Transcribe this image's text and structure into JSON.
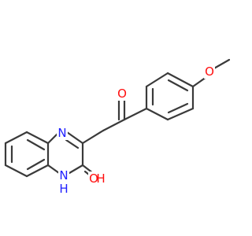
{
  "molecule": {
    "colors": {
      "bond": "#3a3a3a",
      "oxygen": "#ff0d0d",
      "nitrogen": "#2020ff",
      "background": "#ffffff"
    },
    "atom_labels": {
      "methoxy_oxygen": "O",
      "ketone_oxygen": "O",
      "ring_nitrogen_top": "N",
      "ring_nitrogen_nh": "N",
      "nh_hydrogen": "H",
      "lactam_oxygen": "O",
      "lactam_hydrogen": "H"
    }
  }
}
